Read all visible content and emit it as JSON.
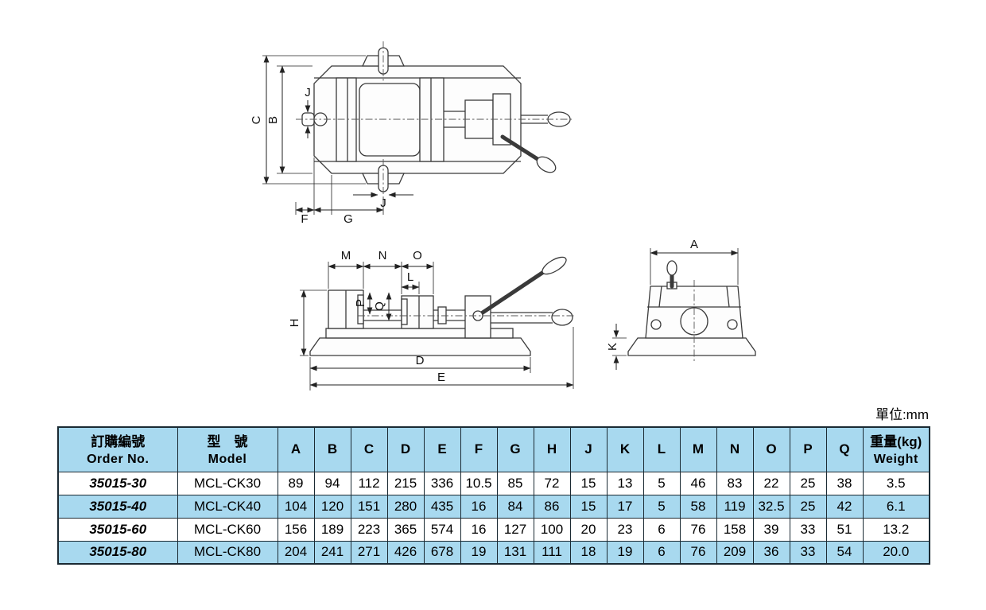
{
  "unit_label": "單位:mm",
  "dims": {
    "A": "A",
    "B": "B",
    "C": "C",
    "D": "D",
    "E": "E",
    "F": "F",
    "G": "G",
    "H": "H",
    "J": "J",
    "K": "K",
    "L": "L",
    "M": "M",
    "N": "N",
    "O": "O",
    "P": "P",
    "Q": "Q"
  },
  "table": {
    "header": {
      "order_zh": "訂購編號",
      "order_en": "Order No.",
      "model_zh": "型　號",
      "model_en": "Model",
      "dims": [
        "A",
        "B",
        "C",
        "D",
        "E",
        "F",
        "G",
        "H",
        "J",
        "K",
        "L",
        "M",
        "N",
        "O",
        "P",
        "Q"
      ],
      "weight_zh": "重量(kg)",
      "weight_en": "Weight"
    },
    "rows": [
      {
        "order_no": "35015-30",
        "model": "MCL-CK30",
        "values": [
          89,
          94,
          112,
          215,
          336,
          10.5,
          85,
          72,
          15,
          13,
          5,
          46,
          83,
          22,
          25,
          38
        ],
        "weight": "3.5"
      },
      {
        "order_no": "35015-40",
        "model": "MCL-CK40",
        "values": [
          104,
          120,
          151,
          280,
          435,
          16,
          84,
          86,
          15,
          17,
          5,
          58,
          119,
          32.5,
          25,
          42
        ],
        "weight": "6.1"
      },
      {
        "order_no": "35015-60",
        "model": "MCL-CK60",
        "values": [
          156,
          189,
          223,
          365,
          574,
          16,
          127,
          100,
          20,
          23,
          6,
          76,
          158,
          39,
          33,
          51
        ],
        "weight": "13.2"
      },
      {
        "order_no": "35015-80",
        "model": "MCL-CK80",
        "values": [
          204,
          241,
          271,
          426,
          678,
          19,
          131,
          111,
          18,
          19,
          6,
          76,
          209,
          36,
          33,
          54
        ],
        "weight": "20.0"
      }
    ]
  },
  "colors": {
    "table_blue": "#a8d9ef",
    "table_border": "#1b2a33",
    "drawing_line": "#3a3a3a",
    "text": "#000000",
    "page_bg": "#ffffff"
  }
}
